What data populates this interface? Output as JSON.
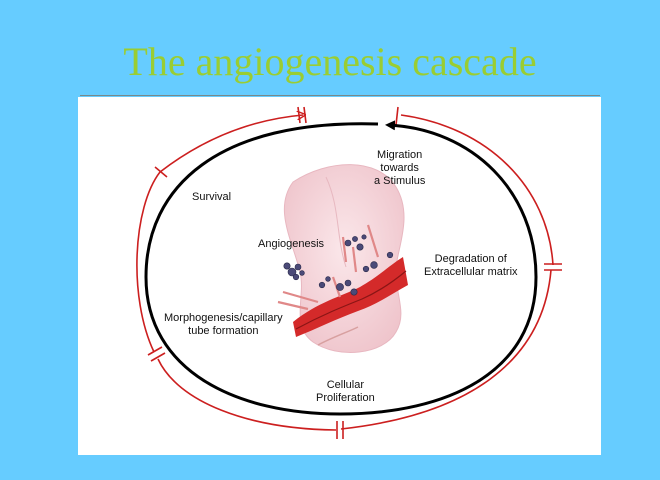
{
  "title": "The angiogenesis cascade",
  "labels": {
    "center": "Angiogenesis",
    "survival": "Survival",
    "migration": "Migration\ntowards\na Stimulus",
    "degradation": "Degradation of\nExtracellular matrix",
    "proliferation": "Cellular\nProliferation",
    "morphogenesis": "Morphogenesis/capillary\ntube formation"
  },
  "colors": {
    "background": "#66ccff",
    "title": "#9acd32",
    "cycle_arrow": "#000000",
    "phase_arcs": "#cc1f1f",
    "tissue": "#f6d9de",
    "vessel": "#d42a2a"
  }
}
